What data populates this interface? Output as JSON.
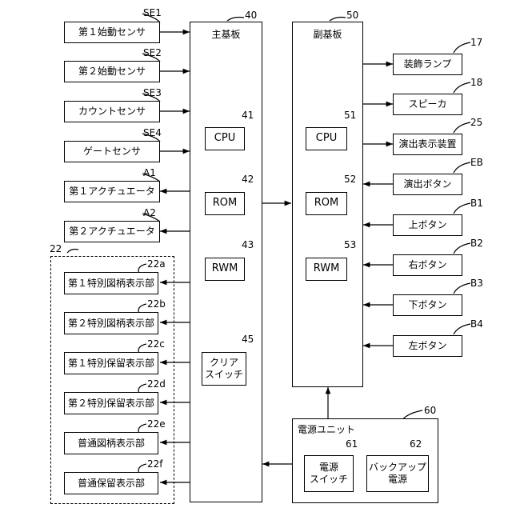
{
  "sensors": [
    {
      "label": "第１始動センサ",
      "ref": "SE1"
    },
    {
      "label": "第２始動センサ",
      "ref": "SE2"
    },
    {
      "label": "カウントセンサ",
      "ref": "SE3"
    },
    {
      "label": "ゲートセンサ",
      "ref": "SE4"
    }
  ],
  "actuators": [
    {
      "label": "第１アクチュエータ",
      "ref": "A1"
    },
    {
      "label": "第２アクチュエータ",
      "ref": "A2"
    }
  ],
  "display_group": {
    "ref": "22",
    "items": [
      {
        "label": "第１特別図柄表示部",
        "ref": "22a"
      },
      {
        "label": "第２特別図柄表示部",
        "ref": "22b"
      },
      {
        "label": "第１特別保留表示部",
        "ref": "22c"
      },
      {
        "label": "第２特別保留表示部",
        "ref": "22d"
      },
      {
        "label": "普通図柄表示部",
        "ref": "22e"
      },
      {
        "label": "普通保留表示部",
        "ref": "22f"
      }
    ]
  },
  "main_board": {
    "title": "主基板",
    "ref": "40",
    "cpu": {
      "label": "CPU",
      "ref": "41"
    },
    "rom": {
      "label": "ROM",
      "ref": "42"
    },
    "rwm": {
      "label": "RWM",
      "ref": "43"
    },
    "clear_switch": {
      "label": "クリア\nスイッチ",
      "ref": "45"
    }
  },
  "sub_board": {
    "title": "副基板",
    "ref": "50",
    "cpu": {
      "label": "CPU",
      "ref": "51"
    },
    "rom": {
      "label": "ROM",
      "ref": "52"
    },
    "rwm": {
      "label": "RWM",
      "ref": "53"
    }
  },
  "outputs": [
    {
      "label": "装飾ランプ",
      "ref": "17"
    },
    {
      "label": "スピーカ",
      "ref": "18"
    },
    {
      "label": "演出表示装置",
      "ref": "25"
    }
  ],
  "buttons": [
    {
      "label": "演出ボタン",
      "ref": "EB"
    },
    {
      "label": "上ボタン",
      "ref": "B1"
    },
    {
      "label": "右ボタン",
      "ref": "B2"
    },
    {
      "label": "下ボタン",
      "ref": "B3"
    },
    {
      "label": "左ボタン",
      "ref": "B4"
    }
  ],
  "power_unit": {
    "title": "電源ユニット",
    "ref": "60",
    "power_switch": {
      "label": "電源\nスイッチ",
      "ref": "61"
    },
    "backup_power": {
      "label": "バックアップ\n電源",
      "ref": "62"
    }
  }
}
